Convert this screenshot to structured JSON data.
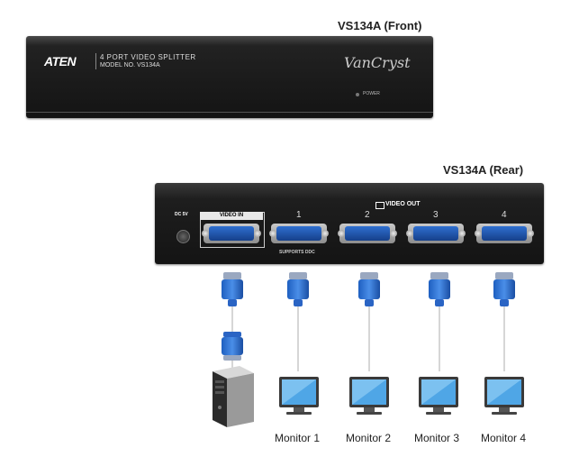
{
  "front_title": "VS134A (Front)",
  "rear_title": "VS134A (Rear)",
  "front": {
    "logo": "ATEN",
    "product_line1": "4 PORT VIDEO SPLITTER",
    "product_line2": "MODEL NO. VS134A",
    "brand": "VanCryst",
    "power_label": "POWER"
  },
  "rear": {
    "dc_label": "DC 5V",
    "video_in_label": "VIDEO IN",
    "video_out_label": "VIDEO OUT",
    "ports": [
      "1",
      "2",
      "3",
      "4"
    ],
    "ddc_label": "SUPPORTS DDC"
  },
  "monitors": [
    "Monitor 1",
    "Monitor 2",
    "Monitor 3",
    "Monitor 4"
  ]
}
